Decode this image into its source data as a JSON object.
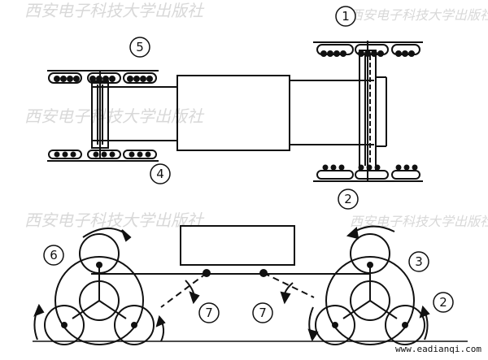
{
  "watermark": {
    "text": "西安电子科技大学出版社"
  },
  "labels": {
    "l1": "1",
    "l2_top": "2",
    "l3": "3",
    "l2_bottom": "2",
    "l4": "4",
    "l5": "5",
    "l6": "6",
    "l7_left": "7",
    "l7_right": "7"
  },
  "footer": {
    "url": "www.eadianqi.com"
  }
}
